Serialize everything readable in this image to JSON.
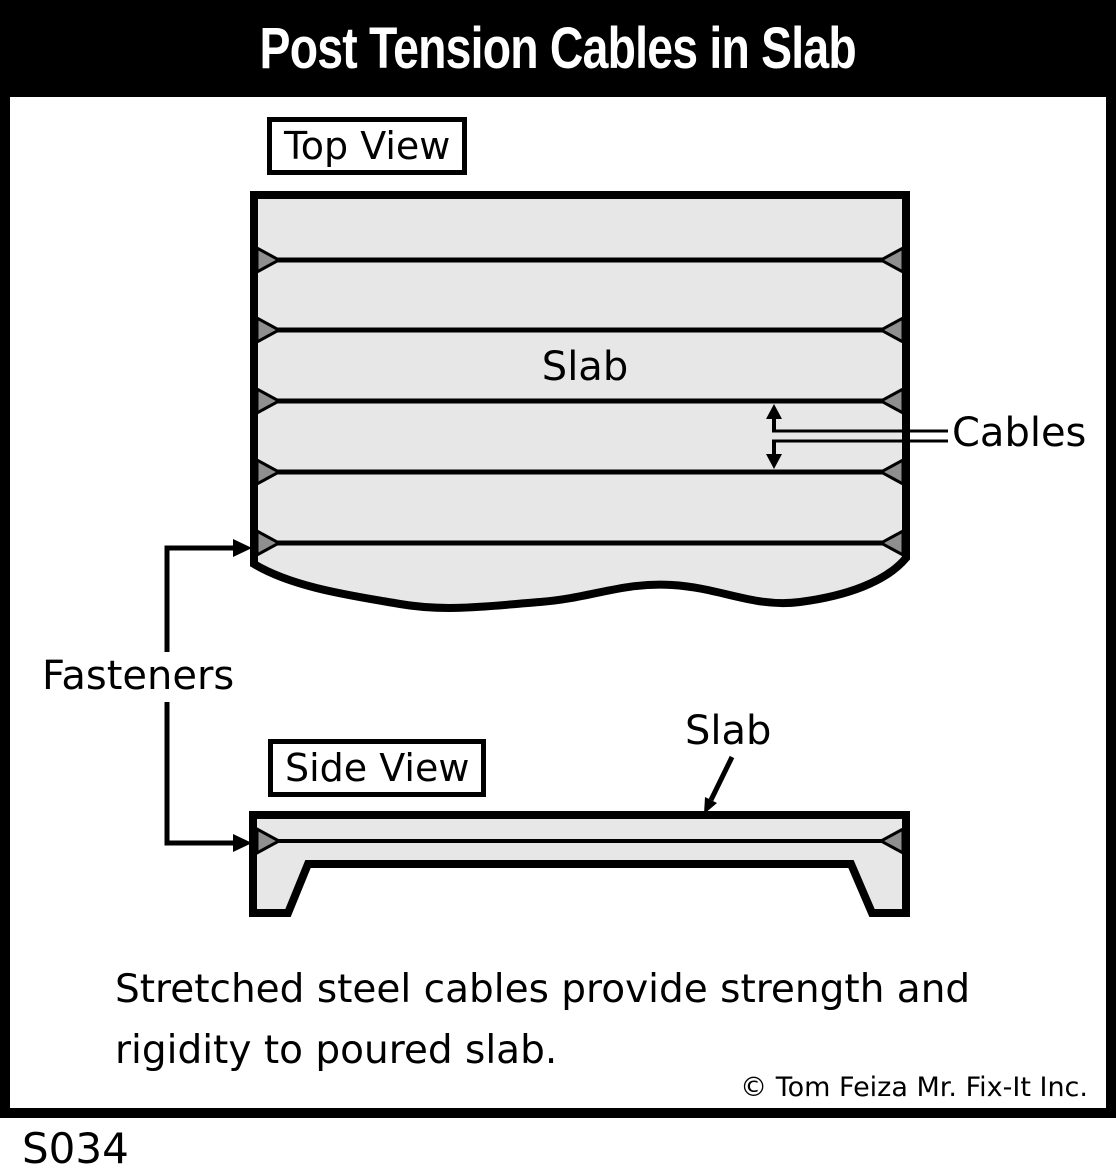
{
  "page": {
    "title": "Post Tension Cables in Slab",
    "figure_code": "S034",
    "copyright": "© Tom Feiza Mr. Fix-It Inc.",
    "caption": {
      "line1": "Stretched steel cables provide strength and",
      "line2": "rigidity to poured slab."
    }
  },
  "top_view": {
    "box_label": "Top View",
    "slab_label": "Slab",
    "cables_label": "Cables",
    "fasteners_label": "Fasteners"
  },
  "side_view": {
    "box_label": "Side View",
    "slab_label": "Slab"
  },
  "colors": {
    "ink": "#000000",
    "title_bg": "#000000",
    "title_text": "#ffffff",
    "slab_fill": "#e7e7e7",
    "anchor_fill": "#8f8f8f",
    "page_bg": "#ffffff"
  }
}
